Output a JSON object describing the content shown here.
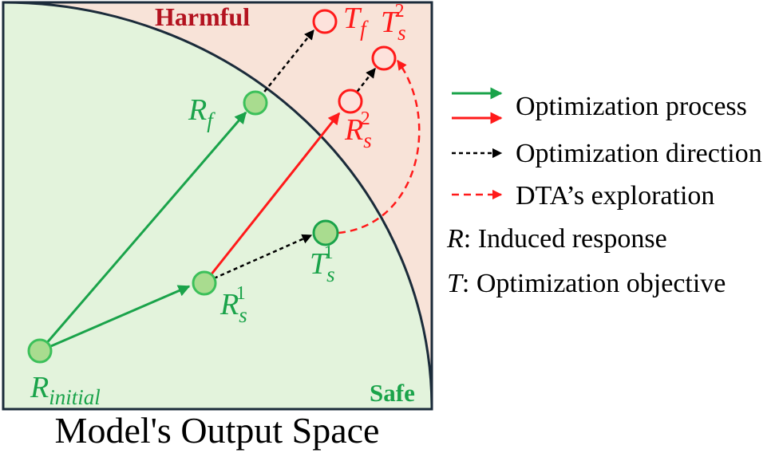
{
  "regions": {
    "harmful_label": "Harmful",
    "safe_label": "Safe"
  },
  "caption": "Model's Output Space",
  "nodes": {
    "r_initial": {
      "base": "R",
      "sub": "initial",
      "sup": ""
    },
    "r_f": {
      "base": "R",
      "sub": "f",
      "sup": ""
    },
    "r_s1": {
      "base": "R",
      "sub": "s",
      "sup": "1"
    },
    "r_s2": {
      "base": "R",
      "sub": "s",
      "sup": "2"
    },
    "t_f": {
      "base": "T",
      "sub": "f",
      "sup": ""
    },
    "t_s1": {
      "base": "T",
      "sub": "s",
      "sup": "1"
    },
    "t_s2": {
      "base": "T",
      "sub": "s",
      "sup": "2"
    }
  },
  "legend": {
    "items": [
      {
        "text": "Optimization process"
      },
      {
        "text": "Optimization direction"
      },
      {
        "text": "DTA’s exploration"
      }
    ],
    "definitions": [
      {
        "symbol": "R",
        "text": ": Induced response"
      },
      {
        "symbol": "T",
        "text": ": Optimization objective"
      }
    ]
  },
  "colors": {
    "harmful_fill": "#f8e3d8",
    "safe_fill": "#e3f3dc",
    "border": "#1b2b3a",
    "green": "#1aa34a",
    "green_node_fill": "#a9dc8f",
    "red": "#ff1a1a",
    "harmful_text": "#b3121f",
    "black": "#000000"
  }
}
